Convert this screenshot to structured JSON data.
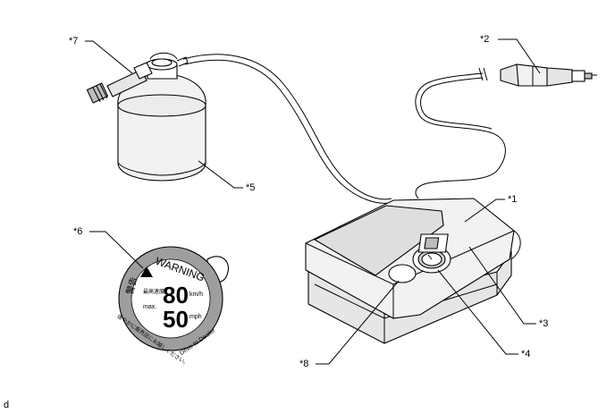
{
  "callouts": {
    "c1": "*1",
    "c2": "*2",
    "c3": "*3",
    "c4": "*4",
    "c5": "*5",
    "c6": "*6",
    "c7": "*7",
    "c8": "*8"
  },
  "corner_mark": "d",
  "sticker": {
    "warning": "WARNING",
    "speed_kmh": "80",
    "unit_kmh": "km/h",
    "speed_mph": "50",
    "unit_mph": "mph",
    "max_label": "max.",
    "jp_warning": "警告",
    "jp_max_speed": "最高速度",
    "drive_text": "Drive to Dealer",
    "jp_drive_text": "速やかに販売店にお越しください。"
  }
}
